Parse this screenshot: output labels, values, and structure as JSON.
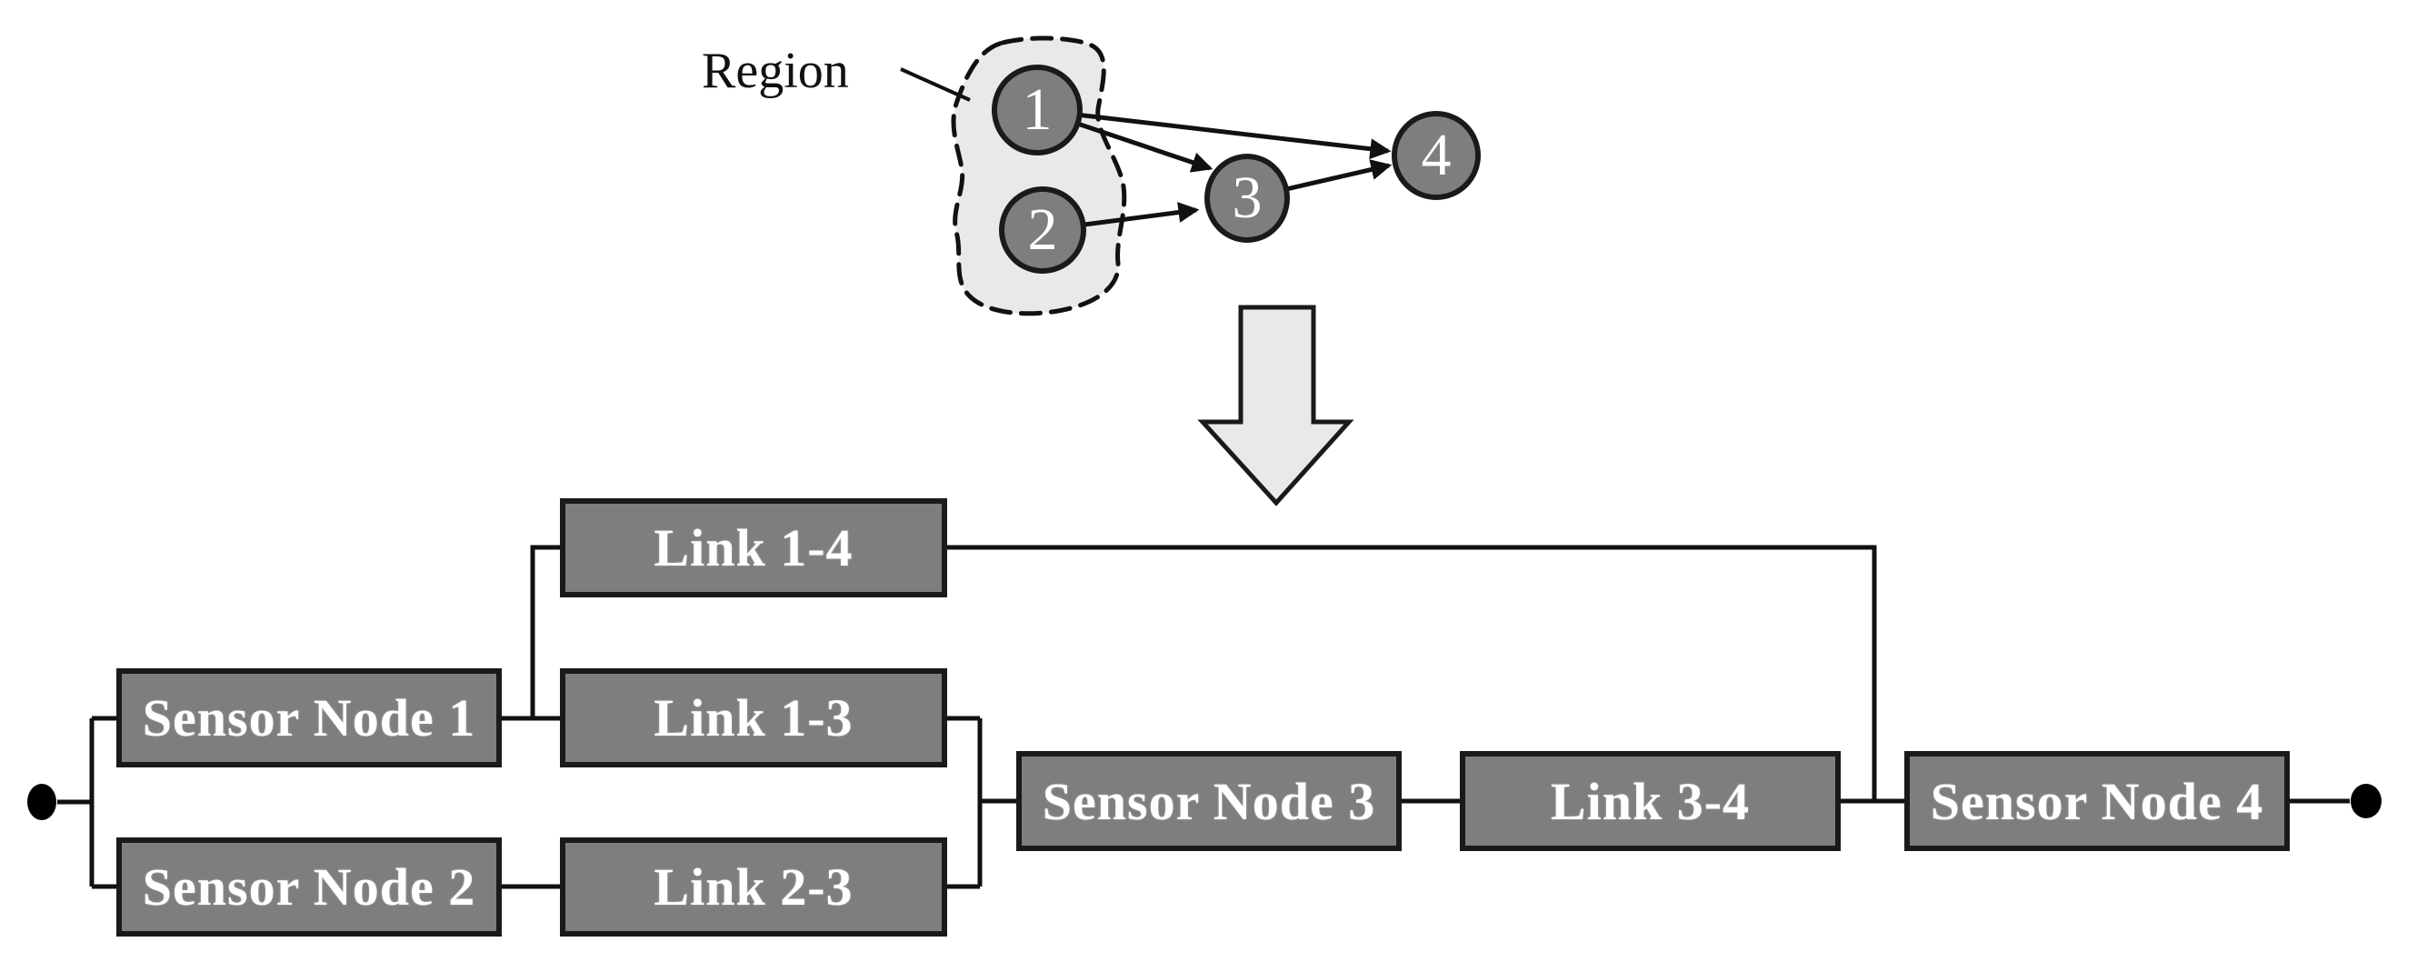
{
  "figure": {
    "description": "Wireless sensor network region graph transformed into a reliability block diagram",
    "region_callout_label": "Region"
  },
  "graph": {
    "nodes": [
      {
        "id": "1",
        "label": "1"
      },
      {
        "id": "2",
        "label": "2"
      },
      {
        "id": "3",
        "label": "3"
      },
      {
        "id": "4",
        "label": "4"
      }
    ],
    "edges": [
      {
        "from": "1",
        "to": "3"
      },
      {
        "from": "1",
        "to": "4"
      },
      {
        "from": "2",
        "to": "3"
      },
      {
        "from": "3",
        "to": "4"
      }
    ],
    "region_members": [
      "1",
      "2"
    ]
  },
  "block_diagram": {
    "blocks": [
      {
        "id": "link-1-4",
        "label": "Link 1-4"
      },
      {
        "id": "sensor-node-1",
        "label": "Sensor Node 1"
      },
      {
        "id": "link-1-3",
        "label": "Link 1-3"
      },
      {
        "id": "sensor-node-2",
        "label": "Sensor Node 2"
      },
      {
        "id": "link-2-3",
        "label": "Link 2-3"
      },
      {
        "id": "sensor-node-3",
        "label": "Sensor Node 3"
      },
      {
        "id": "link-3-4",
        "label": "Link 3-4"
      },
      {
        "id": "sensor-node-4",
        "label": "Sensor Node 4"
      }
    ],
    "structure": "start -> (Sensor Node 1 | Sensor Node 2) parallel -> (Link 1-4 bypass over Link 1-3/Link 2-3) -> Sensor Node 3 -> Link 3-4 -> Sensor Node 4 -> end"
  },
  "colors": {
    "background": "#ffffff",
    "block_fill": "#7e7e7e",
    "node_fill": "#7e7e7e",
    "outline": "#1a1a1a",
    "region_fill": "#e9e9e9",
    "big_arrow_fill": "#e9e9e9",
    "label_text": "#ffffff",
    "terminal_dot": "#000000"
  }
}
